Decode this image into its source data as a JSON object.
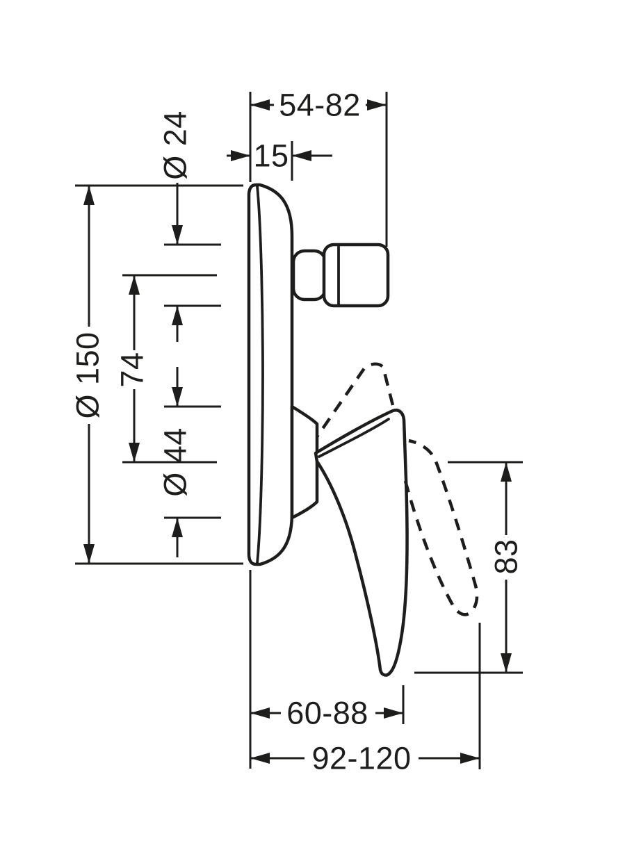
{
  "meta": {
    "background": "#ffffff",
    "line_color": "#1d1d1b",
    "drawing_kind": "concealed single-lever mixer dimensional drawing"
  },
  "dimensions": {
    "front_depth_range": "54-82",
    "plate_thickness": "15",
    "knob_diameter": "Ø 24",
    "plate_diameter": "Ø 150",
    "axis_spacing": "74",
    "handle_hub_diameter": "Ø 44",
    "lever_drop": "83",
    "lever_depth_range": "60-88",
    "lever_swung_depth_range": "92-120"
  }
}
